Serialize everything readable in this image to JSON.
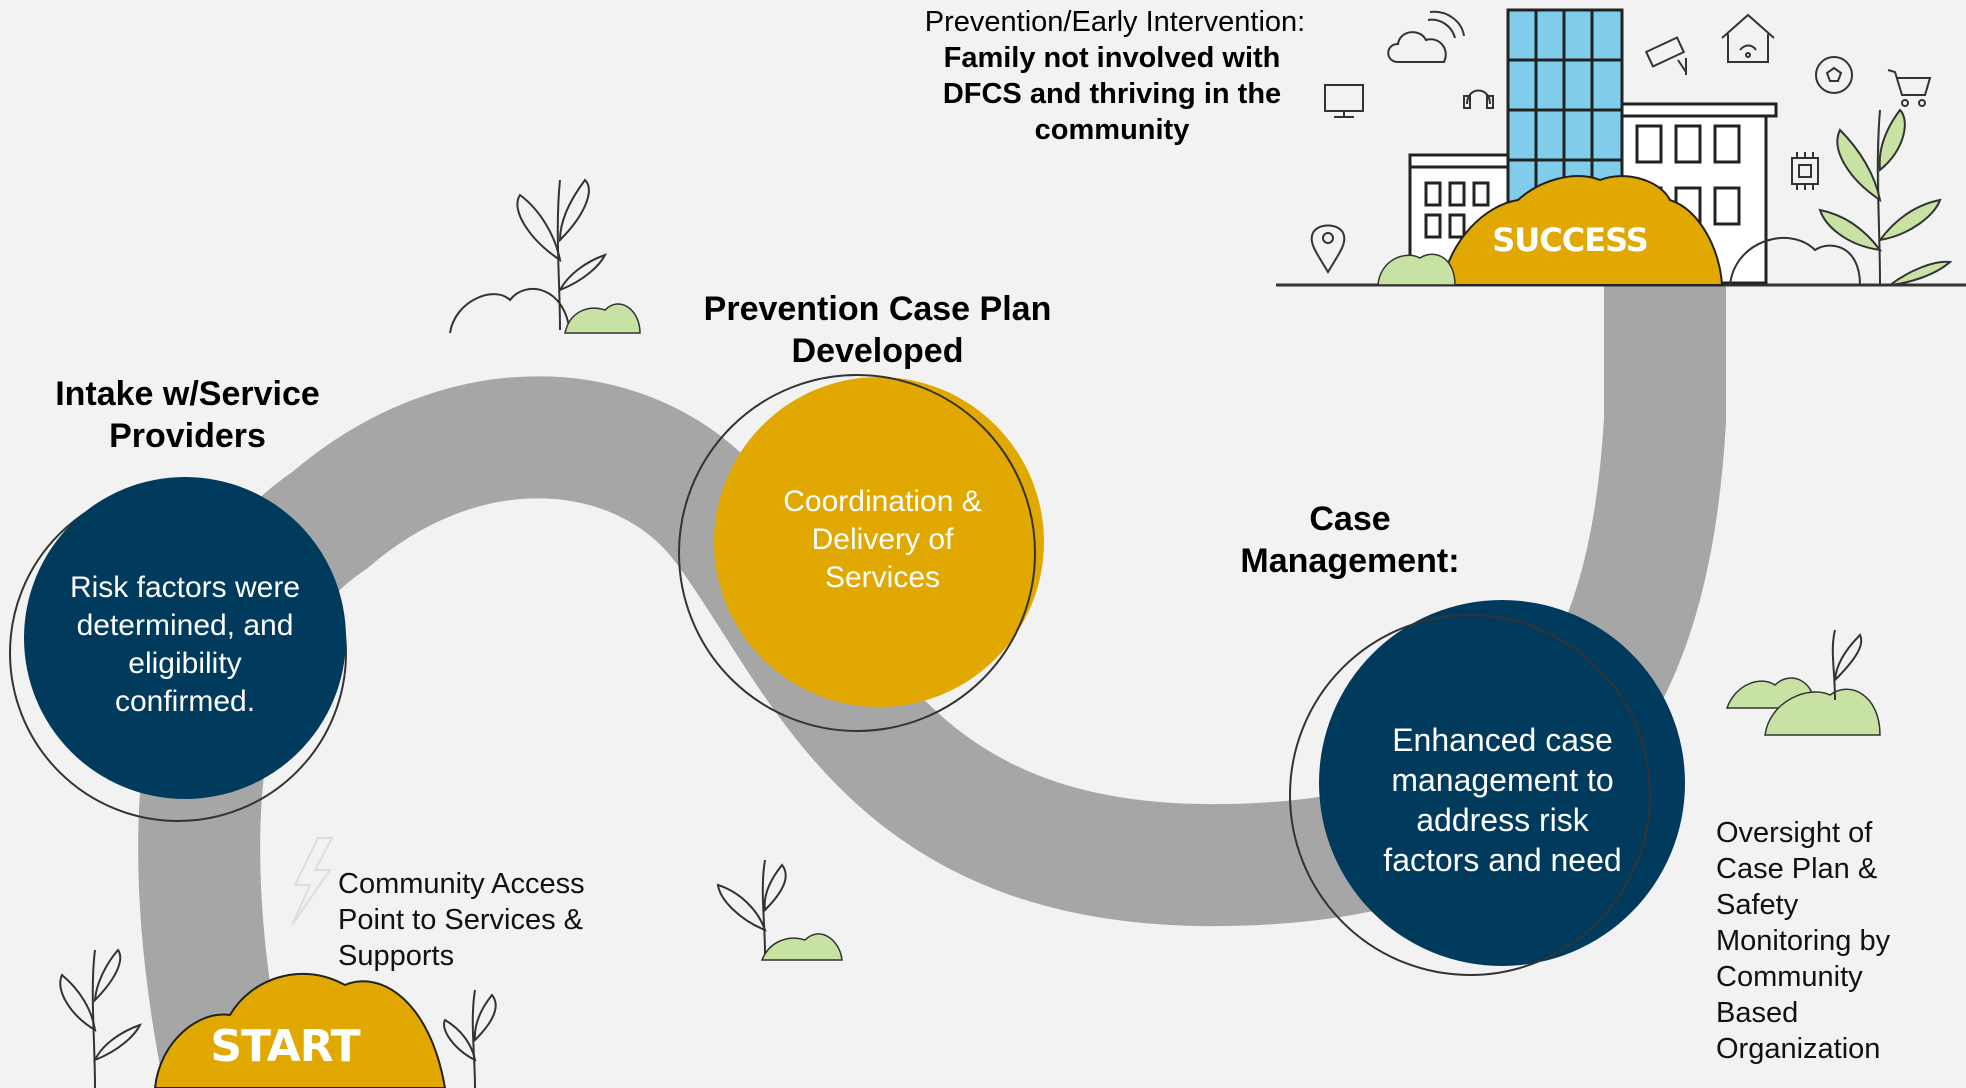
{
  "start": {
    "label": "START"
  },
  "success": {
    "label": "SUCCESS"
  },
  "colors": {
    "navy": "#003a5d",
    "gold": "#e0a800",
    "road": "#a6a6a6",
    "leaf": "#c7e2a3",
    "building_blue": "#7fcdea",
    "background": "#f2f2f2"
  },
  "steps": [
    {
      "title": "Intake w/Service Providers",
      "circle_text": "Risk factors were determined, and eligibility confirmed.",
      "circle_color": "navy"
    },
    {
      "title": "Prevention Case Plan Developed",
      "circle_text": "Coordination & Delivery of Services",
      "circle_color": "gold"
    },
    {
      "title": "Case Management:",
      "circle_text": "Enhanced case management to address risk factors and need",
      "circle_color": "navy"
    }
  ],
  "notes": {
    "community_access": "Community Access Point to Services & Supports",
    "oversight": "Oversight of Case Plan & Safety Monitoring by Community Based Organization"
  },
  "goal": {
    "heading": "Prevention/Early Intervention:",
    "detail": "Family not involved with DFCS and thriving in the community"
  },
  "icons": [
    "cloud-wifi-icon",
    "headphones-icon",
    "monitor-icon",
    "security-camera-icon",
    "smart-home-icon",
    "microchip-icon",
    "soccer-ball-icon",
    "shopping-cart-icon",
    "location-pin-icon",
    "lightning-icon"
  ]
}
